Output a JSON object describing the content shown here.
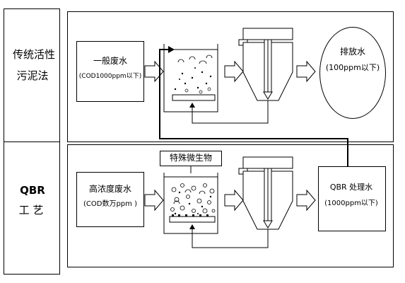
{
  "rows": {
    "traditional": {
      "method_lines": [
        "传统活性",
        "污泥法"
      ],
      "influent_lines": [
        "一般废水",
        "(COD1000ppm以下)"
      ],
      "effluent_lines": [
        "排放水",
        "(100ppm以下)"
      ]
    },
    "qbr": {
      "method_lines": [
        "QBR",
        "工 艺"
      ],
      "influent_lines": [
        "高浓度废水",
        "(COD数万ppm )"
      ],
      "microbe_label": "特殊微生物",
      "effluent_lines": [
        "QBR 处理水",
        "(1000ppm以下)"
      ]
    }
  },
  "colors": {
    "line": "#000000",
    "background": "#ffffff"
  }
}
